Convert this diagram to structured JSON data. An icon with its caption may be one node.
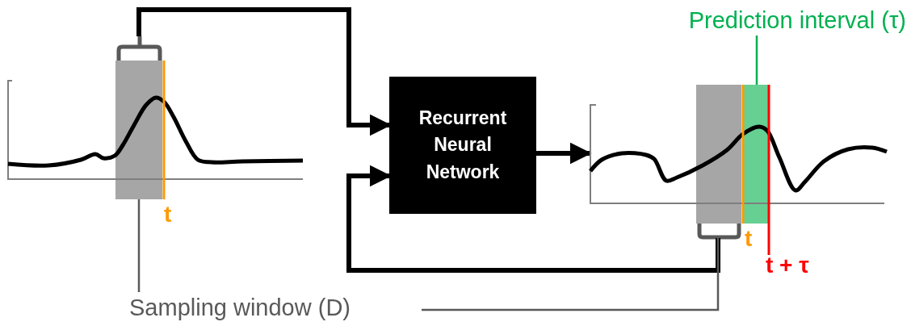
{
  "diagram": {
    "nodes": [
      {
        "text": [],
        "shape": "box"
      },
      {
        "text": [
          "Recurrent Neural Network"
        ]
      },
      {
        "text": [],
        "shape": "picture"
      },
      {
        "text": [],
        "shape": "box"
      },
      {
        "text": [
          "Sampling window (D)"
        ]
      },
      {
        "text": [
          "Prediction interval (τ)"
        ]
      },
      {
        "text": [],
        "shape": "box"
      }
    ],
    "edges": [
      {
        "from": 0,
        "to": 1,
        "arrow": "to",
        "style": "thick"
      },
      {
        "from": 3,
        "to": 1,
        "arrow": "to",
        "style": "thick"
      },
      {
        "from": 1,
        "to": 2,
        "arrow": "to",
        "style": "thick"
      },
      {
        "from": 4,
        "to": 0,
        "arrow": "none",
        "color": "#595959"
      },
      {
        "from": 4,
        "to": 3,
        "arrow": "none",
        "color": "#595959"
      },
      {
        "from": 5,
        "to": 6,
        "arrow": "none",
        "color": "#00b050"
      }
    ],
    "labels": [
      "t",
      "t",
      "t + τ"
    ]
  }
}
